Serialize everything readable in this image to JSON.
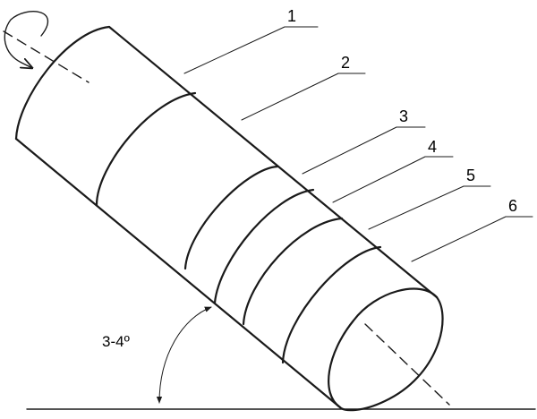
{
  "diagram": {
    "labels": [
      "1",
      "2",
      "3",
      "4",
      "5",
      "6"
    ],
    "angle_label": "3-4º"
  }
}
